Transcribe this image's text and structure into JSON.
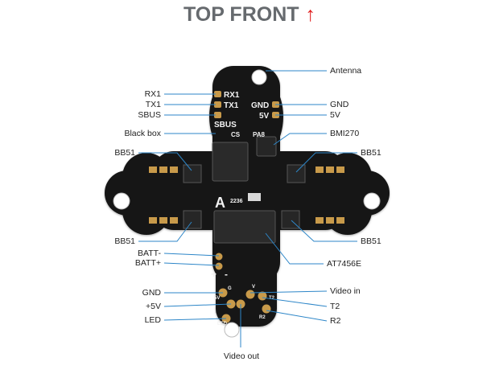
{
  "title": {
    "text": "TOP FRONT",
    "arrow": "↑",
    "arrow_color": "#e02020",
    "text_color": "#666a6e"
  },
  "board": {
    "silkscreen": {
      "rx1": "RX1",
      "tx1": "TX1",
      "sbus": "SBUS",
      "gnd": "GND",
      "v5": "5V",
      "cs": "CS",
      "pa8": "PA8",
      "logo": "A",
      "version": "2236",
      "plus": "+",
      "minus": "-",
      "pad_5v": "5V",
      "pad_g": "G",
      "pad_v": "V",
      "pad_t2": "T2",
      "pad_led": "LED",
      "pad_r2": "R2"
    },
    "pcb_color": "#151515",
    "pad_color": "#c89a4a"
  },
  "labels": {
    "left": [
      "RX1",
      "TX1",
      "SBUS",
      "Black box",
      "BB51",
      "BB51",
      "BATT-",
      "BATT+",
      "GND",
      "+5V",
      "LED"
    ],
    "right": [
      "Antenna",
      "GND",
      "5V",
      "BMI270",
      "BB51",
      "BB51",
      "AT7456E",
      "Video in",
      "T2",
      "R2"
    ],
    "bottom": "Video out"
  },
  "line_color": "#2d86c8"
}
